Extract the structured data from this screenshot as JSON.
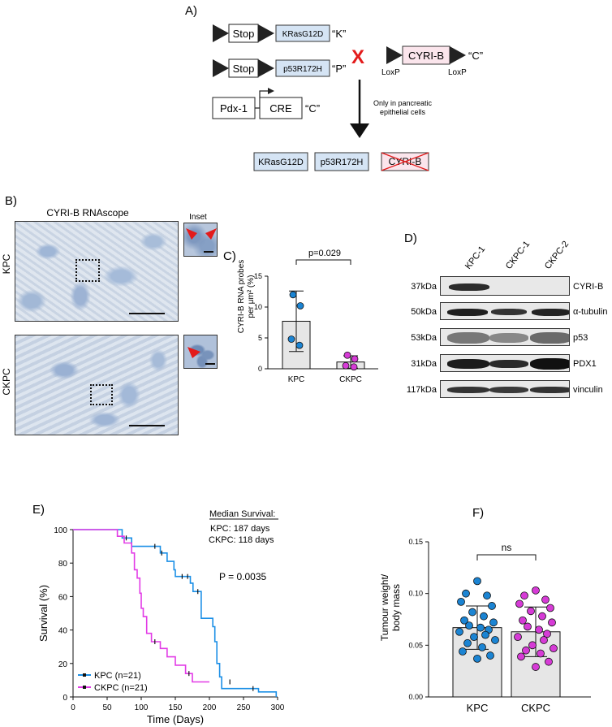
{
  "panelA": {
    "label": "A)",
    "stop1": "Stop",
    "kras_box": "KRasG12D",
    "k_tag": "“K”",
    "stop2": "Stop",
    "p53_box": "p53R172H",
    "p_tag": "“P”",
    "cross": "X",
    "cyrib_box": "CYRI-B",
    "c_tag1": "“C”",
    "loxp1": "LoxP",
    "loxp2": "LoxP",
    "pdx1": "Pdx-1",
    "cre": "CRE",
    "c_tag2": "“C”",
    "arrow_note_l1": "Only in pancreatic",
    "arrow_note_l2": "epithelial cells",
    "result_kras": "KRasG12D",
    "result_p53": "p53R172H",
    "result_cyrib": "CYRI-B"
  },
  "panelB": {
    "label": "B)",
    "title": "CYRI-B RNAscope",
    "inset": "Inset",
    "row1": "KPC",
    "row2": "CKPC"
  },
  "panelC": {
    "label": "C)",
    "ylabel_l1": "CYRI-B RNA probes",
    "ylabel_l2": "per μm² (%)",
    "pvalue": "p=0.029",
    "colors": {
      "kpc": "#1b84d3",
      "ckpc": "#d63bd6",
      "bar": "#e6e6e6"
    }
  },
  "panelD": {
    "label": "D)",
    "lanes": [
      "KPC-1",
      "CKPC-1",
      "CKPC-2"
    ],
    "rows": [
      {
        "kda": "37kDa",
        "protein": "CYRI-B"
      },
      {
        "kda": "50kDa",
        "protein": "α-tubulin"
      },
      {
        "kda": "53kDa",
        "protein": "p53"
      },
      {
        "kda": "31kDa",
        "protein": "PDX1"
      },
      {
        "kda": "117kDa",
        "protein": "vinculin"
      }
    ]
  },
  "panelE": {
    "label": "E)",
    "median_title": "Median Survival:",
    "median_kpc": "KPC: 187 days",
    "median_ckpc": "CKPC: 118 days",
    "pvalue": "P = 0.0035",
    "legend_kpc": "KPC (n=21)",
    "legend_ckpc": "CKPC (n=21)",
    "colors": {
      "kpc": "#1b8fe6",
      "ckpc": "#e23be6"
    }
  },
  "panelF": {
    "label": "F)",
    "ylabel_l1": "Tumour weight/",
    "ylabel_l2": "body mass",
    "ns": "ns",
    "colors": {
      "kpc": "#1b84d3",
      "ckpc": "#d63bd6",
      "bar": "#e6e6e6"
    }
  },
  "chart_data": [
    {
      "type": "bar",
      "panel": "C",
      "categories": [
        "KPC",
        "CKPC"
      ],
      "values": [
        7.7,
        1.1
      ],
      "errors": [
        4.9,
        1.0
      ],
      "points": [
        [
          12.0,
          10.2,
          4.8,
          3.8
        ],
        [
          2.2,
          1.6,
          0.5,
          0.3
        ]
      ],
      "ylim": [
        0,
        15
      ],
      "yticks": [
        0,
        5,
        10,
        15
      ]
    },
    {
      "type": "line",
      "panel": "E",
      "xlabel": "Time (Days)",
      "ylabel": "Survival (%)",
      "xlim": [
        0,
        300
      ],
      "ylim": [
        0,
        100
      ],
      "xticks": [
        0,
        50,
        100,
        150,
        200,
        250,
        300
      ],
      "yticks": [
        0,
        20,
        40,
        60,
        80,
        100
      ],
      "series": [
        {
          "name": "KPC (n=21)",
          "steps": [
            [
              0,
              100
            ],
            [
              72,
              100
            ],
            [
              72,
              95
            ],
            [
              86,
              95
            ],
            [
              86,
              90
            ],
            [
              128,
              90
            ],
            [
              128,
              86
            ],
            [
              138,
              86
            ],
            [
              138,
              81
            ],
            [
              148,
              81
            ],
            [
              148,
              76
            ],
            [
              150,
              76
            ],
            [
              150,
              72
            ],
            [
              172,
              72
            ],
            [
              172,
              68
            ],
            [
              176,
              68
            ],
            [
              176,
              63
            ],
            [
              188,
              63
            ],
            [
              188,
              47
            ],
            [
              205,
              47
            ],
            [
              205,
              42
            ],
            [
              208,
              42
            ],
            [
              208,
              33
            ],
            [
              211,
              33
            ],
            [
              211,
              20
            ],
            [
              215,
              20
            ],
            [
              215,
              12
            ],
            [
              218,
              12
            ],
            [
              218,
              5
            ],
            [
              272,
              5
            ],
            [
              272,
              3
            ],
            [
              298,
              3
            ],
            [
              298,
              0
            ]
          ]
        },
        {
          "name": "CKPC (n=21)",
          "steps": [
            [
              0,
              100
            ],
            [
              65,
              100
            ],
            [
              65,
              96
            ],
            [
              75,
              96
            ],
            [
              75,
              92
            ],
            [
              86,
              92
            ],
            [
              86,
              86
            ],
            [
              90,
              86
            ],
            [
              90,
              76
            ],
            [
              94,
              76
            ],
            [
              94,
              71
            ],
            [
              98,
              71
            ],
            [
              98,
              62
            ],
            [
              100,
              62
            ],
            [
              100,
              53
            ],
            [
              103,
              53
            ],
            [
              103,
              48
            ],
            [
              108,
              48
            ],
            [
              108,
              38
            ],
            [
              115,
              38
            ],
            [
              115,
              33
            ],
            [
              128,
              33
            ],
            [
              128,
              29
            ],
            [
              138,
              29
            ],
            [
              138,
              24
            ],
            [
              150,
              24
            ],
            [
              150,
              19
            ],
            [
              165,
              19
            ],
            [
              165,
              14
            ],
            [
              175,
              14
            ],
            [
              175,
              9
            ],
            [
              200,
              9
            ]
          ]
        }
      ]
    },
    {
      "type": "bar",
      "panel": "F",
      "categories": [
        "KPC",
        "CKPC"
      ],
      "values": [
        0.067,
        0.063
      ],
      "errors": [
        0.021,
        0.024
      ],
      "points": [
        [
          0.112,
          0.1,
          0.098,
          0.092,
          0.088,
          0.082,
          0.078,
          0.074,
          0.072,
          0.069,
          0.067,
          0.065,
          0.063,
          0.06,
          0.058,
          0.055,
          0.052,
          0.048,
          0.044,
          0.04,
          0.037
        ],
        [
          0.103,
          0.098,
          0.094,
          0.09,
          0.086,
          0.083,
          0.078,
          0.074,
          0.072,
          0.068,
          0.065,
          0.061,
          0.058,
          0.055,
          0.05,
          0.047,
          0.045,
          0.042,
          0.039,
          0.034,
          0.029
        ]
      ],
      "ylim": [
        0,
        0.15
      ],
      "yticks": [
        "0.00",
        "0.05",
        "0.10",
        "0.15"
      ]
    }
  ]
}
